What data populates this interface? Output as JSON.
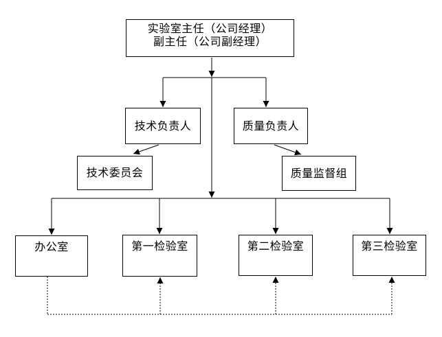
{
  "page": {
    "background_color": "#ffffff"
  },
  "diagram": {
    "type": "org_chart",
    "colors": {
      "line": "#000000",
      "box_border": "#000000",
      "box_fill": "#ffffff",
      "text": "#000000"
    },
    "nodes": {
      "director": {
        "line1": "实验室主任（公司经理）",
        "line2": "副主任（公司副经理）"
      },
      "technical_manager": {
        "label": "技术负责人"
      },
      "quality_manager": {
        "label": "质量负责人"
      },
      "technical_committee": {
        "label": "技术委员会"
      },
      "quality_supervision_group": {
        "label": "质量监督组"
      },
      "office": {
        "label": "办公室"
      },
      "inspection_room_1": {
        "label": "第一检验室"
      },
      "inspection_room_2": {
        "label": "第二检验室"
      },
      "inspection_room_3": {
        "label": "第三检验室"
      }
    },
    "edges": [
      {
        "from": "director",
        "to": "technical_manager",
        "style": "solid_arrow"
      },
      {
        "from": "director",
        "to": "quality_manager",
        "style": "solid_arrow"
      },
      {
        "from": "technical_manager",
        "to": "technical_committee",
        "style": "solid_arrow"
      },
      {
        "from": "quality_manager",
        "to": "quality_supervision_group",
        "style": "solid_arrow"
      },
      {
        "from": "director",
        "to": "office",
        "style": "solid_arrow"
      },
      {
        "from": "director",
        "to": "inspection_room_1",
        "style": "solid_arrow"
      },
      {
        "from": "director",
        "to": "inspection_room_2",
        "style": "solid_arrow"
      },
      {
        "from": "director",
        "to": "inspection_room_3",
        "style": "solid_arrow"
      },
      {
        "from": "office",
        "to": "inspection_room_1",
        "style": "dotted_arrow"
      },
      {
        "from": "office",
        "to": "inspection_room_2",
        "style": "dotted_arrow"
      },
      {
        "from": "office",
        "to": "inspection_room_3",
        "style": "dotted_arrow"
      }
    ]
  }
}
